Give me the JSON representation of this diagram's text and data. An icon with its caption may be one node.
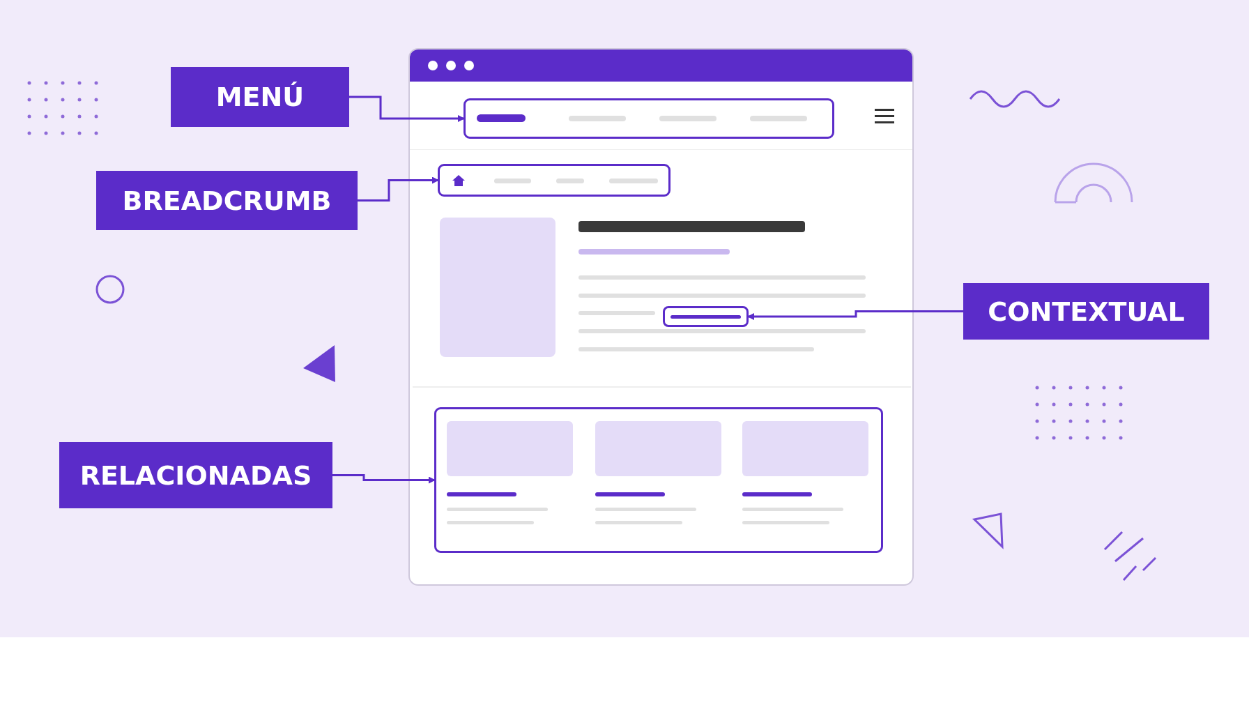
{
  "diagram": {
    "nodes": [
      {
        "text": [
          "MENÚ"
        ]
      },
      {
        "text": [],
        "shape": "box"
      },
      {
        "text": [
          "BREADCRUMB"
        ]
      },
      {
        "text": [],
        "shape": "box"
      },
      {
        "text": [
          "RELACIONADAS"
        ]
      },
      {
        "text": [],
        "shape": "box"
      },
      {
        "text": [
          "CONTEXTUAL"
        ]
      },
      {
        "text": [],
        "shape": "box"
      }
    ],
    "edges": [
      {
        "from": 0,
        "to": 1,
        "arrow": "to"
      },
      {
        "from": 2,
        "to": 3,
        "arrow": "to"
      },
      {
        "from": 4,
        "to": 5,
        "arrow": "to"
      },
      {
        "from": 6,
        "to": 7,
        "arrow": "to"
      }
    ]
  }
}
